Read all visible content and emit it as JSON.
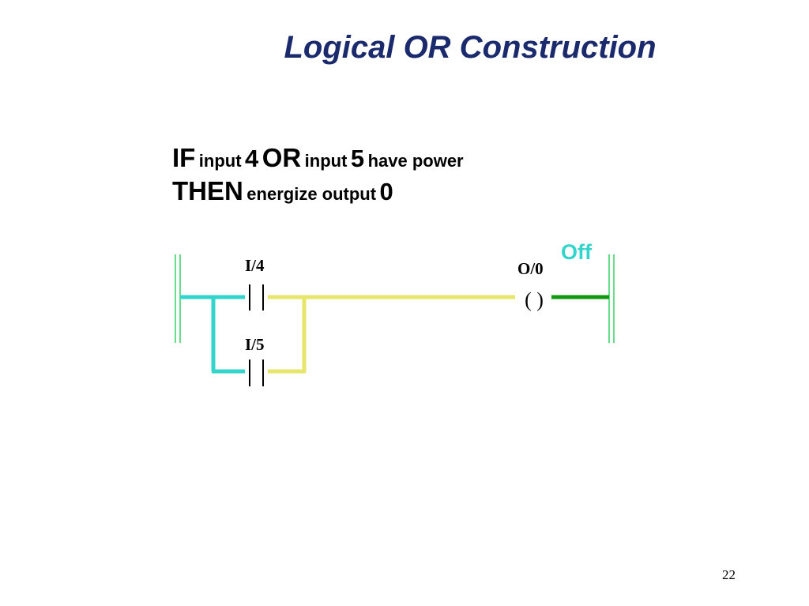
{
  "slide": {
    "title": "Logical OR Construction",
    "page_number": "22"
  },
  "statement": {
    "line1": {
      "if": "IF",
      "input_a_word": "input",
      "input_a_num": "4",
      "or": "OR",
      "input_b_word": "input",
      "input_b_num": "5",
      "tail": "have power"
    },
    "line2": {
      "then": "THEN",
      "middle": "energize output",
      "output_num": "0"
    }
  },
  "ladder": {
    "output_state": "Off",
    "contact_1_address": "I/4",
    "contact_2_address": "I/5",
    "coil_address": "O/0",
    "coil_symbol": "( )",
    "colors": {
      "rail": "#66dd88",
      "powered_wire": "#33d4cc",
      "unpowered_wire": "#e6e66a",
      "output_wire": "#119911",
      "state_text": "#33d4cc",
      "contact": "#000000"
    }
  }
}
